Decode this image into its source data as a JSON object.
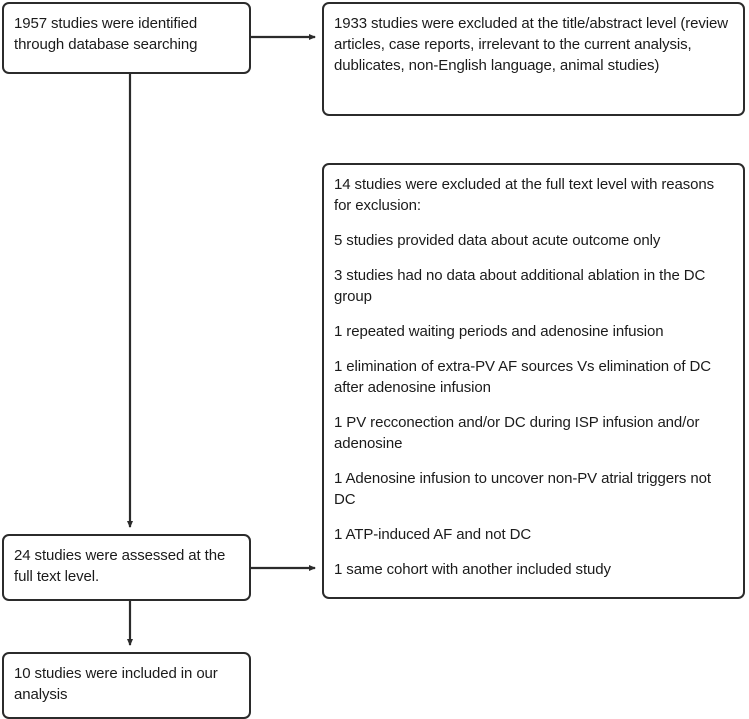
{
  "diagram": {
    "type": "prisma-flow-diagram",
    "title": "",
    "colors": {
      "box_border": "#2b2b2b",
      "box_fill": "#ffffff",
      "text": "#1b1b1b",
      "connector": "#2b2b2b",
      "page_background": "#ffffff"
    },
    "nodes": [
      {
        "id": "identified",
        "name": "studies-identified-box",
        "count": 1957,
        "lines": [
          "1957 studies were identified through database searching"
        ]
      },
      {
        "id": "excluded_title_abstract",
        "name": "studies-excluded-title-abstract-box",
        "count": 1933,
        "lines": [
          "1933 studies were excluded at the title/abstract level (review articles, case reports, irrelevant to the current analysis, dublicates, non-English language, animal studies)"
        ]
      },
      {
        "id": "excluded_full_text",
        "name": "studies-excluded-full-text-box",
        "count": 14,
        "lines": [
          "14 studies were excluded at the full text level with reasons for exclusion:",
          "5 studies provided data about acute outcome only",
          "3 studies had no data about additional ablation in the DC group",
          "1 repeated waiting periods and adenosine infusion",
          "1 elimination of extra-PV AF sources Vs elimination of DC after adenosine infusion",
          "1 PV recconection and/or DC during ISP infusion and/or adenosine",
          "1 Adenosine infusion to uncover non-PV atrial triggers not DC",
          "1 ATP-induced AF and not DC",
          "1 same cohort with another included study"
        ]
      },
      {
        "id": "assessed",
        "name": "studies-assessed-box",
        "count": 24,
        "lines": [
          "24 studies were assessed at the full text level."
        ]
      },
      {
        "id": "included",
        "name": "studies-included-box",
        "count": 10,
        "lines": [
          "10 studies were included in our analysis"
        ]
      }
    ],
    "connectors": [
      {
        "id": "identified-to-excluded-title",
        "from": "identified",
        "to": "excluded_title_abstract",
        "direction": "right",
        "arrow": true
      },
      {
        "id": "identified-to-assessed",
        "from": "identified",
        "to": "assessed",
        "direction": "down",
        "arrow": true
      },
      {
        "id": "assessed-to-excluded-fulltext",
        "from": "assessed",
        "to": "excluded_full_text",
        "direction": "right",
        "arrow": true
      },
      {
        "id": "assessed-to-included",
        "from": "assessed",
        "to": "included",
        "direction": "down",
        "arrow": true
      }
    ]
  }
}
